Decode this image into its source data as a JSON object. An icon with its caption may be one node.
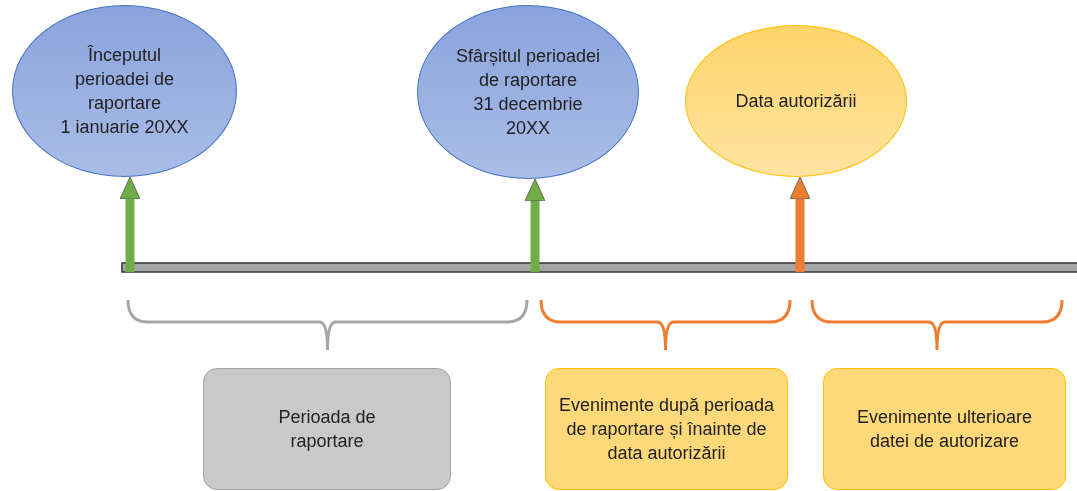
{
  "diagram": {
    "nodes": [
      {
        "text": [
          "Începutul perioadei de raportare",
          "1 ianuarie 20XX"
        ]
      },
      {
        "text": [
          "Sfârșitul perioadei de raportare",
          "31 decembrie 20XX"
        ]
      },
      {
        "text": [
          "Data autorizării"
        ]
      },
      {
        "text": [
          "Perioada de raportare"
        ]
      },
      {
        "text": [
          "Evenimente după perioada de raportare și înainte de data autorizării"
        ]
      },
      {
        "text": [
          "Evenimente ulterioare datei de autorizare"
        ]
      }
    ],
    "edges": [
      {
        "from": null,
        "to": 0,
        "arrow": "to"
      },
      {
        "from": null,
        "to": 1,
        "arrow": "to"
      },
      {
        "from": null,
        "to": 2,
        "arrow": "to",
        "color": "#ed7d31"
      }
    ]
  }
}
